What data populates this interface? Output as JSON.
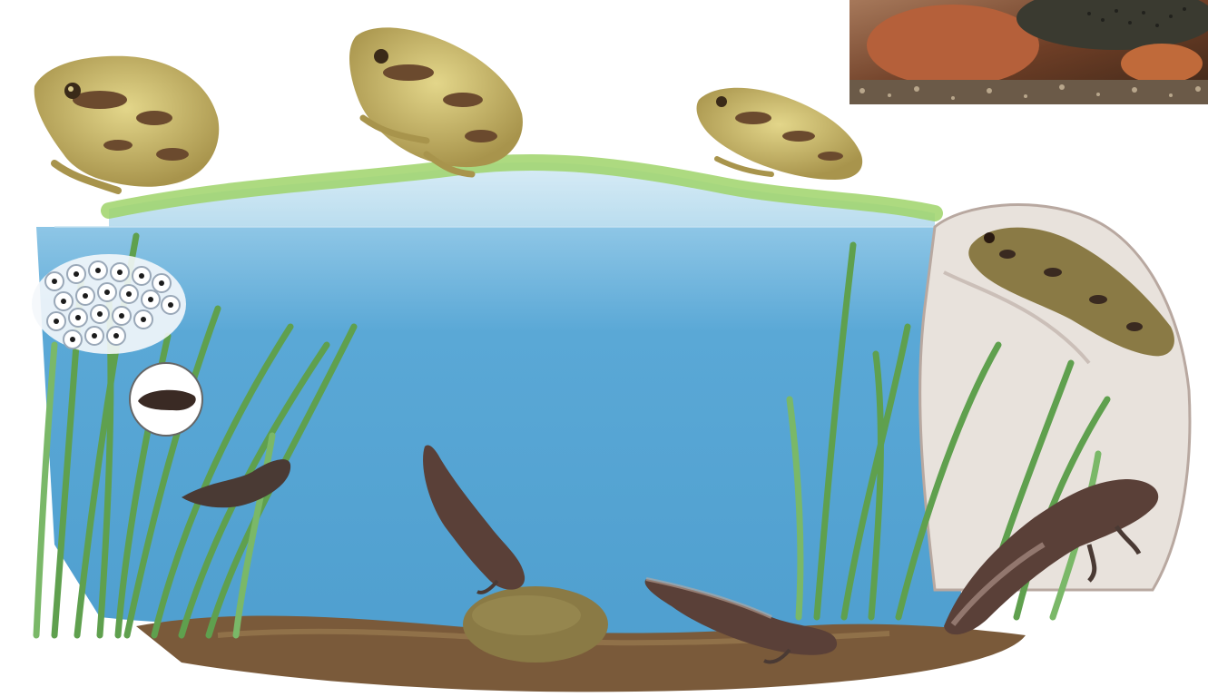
{
  "scene": {
    "stages": [
      {
        "name": "frog-spawn"
      },
      {
        "name": "hatchling"
      },
      {
        "name": "tadpole"
      },
      {
        "name": "tadpole-with-hind-legs"
      },
      {
        "name": "tadpole-with-four-legs"
      },
      {
        "name": "froglet"
      },
      {
        "name": "young-frog"
      },
      {
        "name": "adult-frog"
      }
    ],
    "colors": {
      "water": "#5aa8d6",
      "water_light": "#8ec6e6",
      "grass": "#6fae5a",
      "bank_green": "#9fd36a",
      "mud": "#7a5a3a",
      "frog_body": "#c9b86a",
      "frog_spots": "#6b4a2e",
      "tadpole": "#4a3a34"
    },
    "inset_photo": {
      "subject": "frog-on-pebbles-photo"
    }
  }
}
